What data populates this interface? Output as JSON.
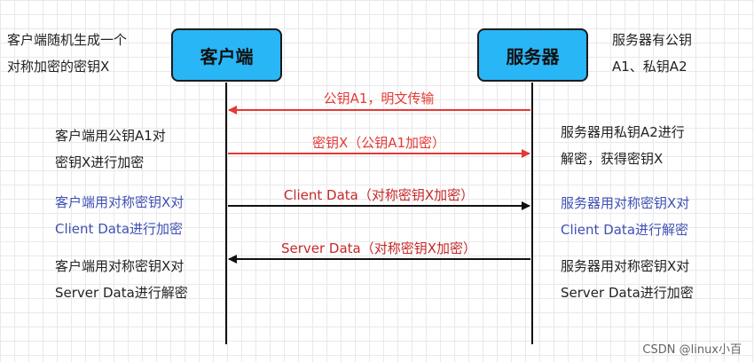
{
  "client": {
    "label": "客户端"
  },
  "server": {
    "label": "服务器"
  },
  "notes": {
    "client_generate": [
      "客户端随机生成一个",
      "对称加密的密钥X"
    ],
    "server_keys": [
      "服务器有公钥",
      "A1、私钥A2"
    ],
    "client_encrypt_key": [
      "客户端用公钥A1对",
      "密钥X进行加密"
    ],
    "server_decrypt_key": [
      "服务器用私钥A2进行",
      "解密，获得密钥X"
    ],
    "client_encrypt_data": [
      "客户端用对称密钥X对",
      "Client Data进行加密"
    ],
    "server_decrypt_data": [
      "服务器用对称密钥X对",
      "Client Data进行解密"
    ],
    "client_decrypt_data": [
      "客户端用对称密钥X对",
      "Server Data进行解密"
    ],
    "server_encrypt_data": [
      "服务器用对称密钥X对",
      "Server Data进行加密"
    ]
  },
  "messages": [
    {
      "label": "公钥A1，明文传输",
      "direction": "to-client",
      "color": "#e53935"
    },
    {
      "label": "密钥X（公钥A1加密）",
      "direction": "to-server",
      "color": "#e53935"
    },
    {
      "label": "Client Data（对称密钥X加密）",
      "direction": "to-server",
      "color": "#111111"
    },
    {
      "label": "Server Data（对称密钥X加密）",
      "direction": "to-client",
      "color": "#111111"
    }
  ],
  "watermark": "CSDN @linux小百"
}
